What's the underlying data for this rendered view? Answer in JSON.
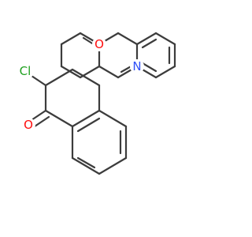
{
  "diagram": {
    "type": "chemical-structure",
    "colors": {
      "bond": "#3c3c3c",
      "Cl": "#1fa01f",
      "O": "#ff0d0d",
      "N": "#3050f8",
      "background": "#ffffff"
    },
    "atom_labels": {
      "chlorine": "Cl",
      "ring_oxygen": "O",
      "nitrogen": "N",
      "carbonyl_oxygen": "O"
    }
  }
}
